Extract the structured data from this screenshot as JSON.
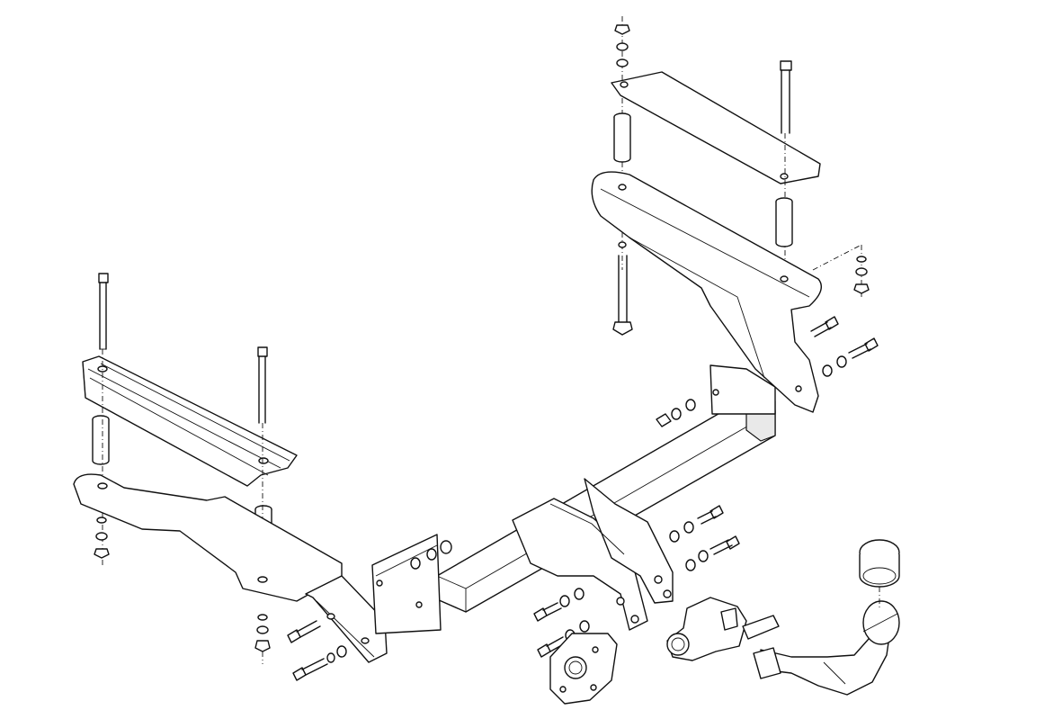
{
  "diagram": {
    "type": "exploded-assembly-line-drawing",
    "subject": "tow-bar-hitch-kit",
    "colors": {
      "line": "#111111",
      "background": "#ffffff",
      "shade": "#e9e9e9"
    },
    "parts": [
      "left-upper-bracket",
      "left-spacer-tubes",
      "left-side-arm",
      "main-cross-beam",
      "center-mount-plates",
      "right-upper-plate",
      "right-side-bracket",
      "tow-ball-neck",
      "tow-ball",
      "electrical-socket",
      "socket-plate",
      "bolts-nuts-washers"
    ]
  }
}
